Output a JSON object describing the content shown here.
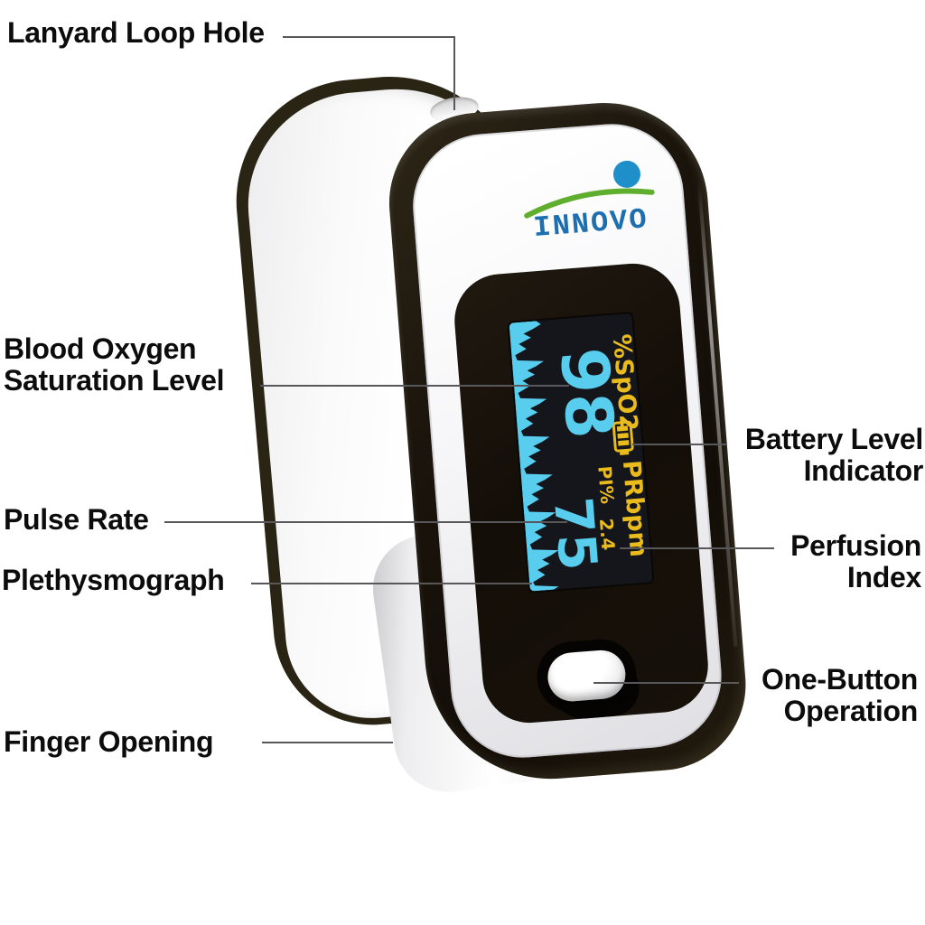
{
  "page": {
    "background": "#ffffff"
  },
  "device": {
    "brand": "INNOVO",
    "display": {
      "spo2_label": "%SpO2",
      "spo2_value": "98",
      "pr_label": "PRbpm",
      "pr_value": "75",
      "pi_label": "PI%",
      "pi_value": "2.4",
      "battery_icon": "battery-icon",
      "waveform_icon": "pleth-waveform-icon"
    }
  },
  "callouts": {
    "lanyard": {
      "text": "Lanyard Loop Hole"
    },
    "blood_oxygen": {
      "line1": "Blood Oxygen",
      "line2": "Saturation Level"
    },
    "pulse_rate": {
      "text": "Pulse Rate"
    },
    "plethysmograph": {
      "text": "Plethysmograph"
    },
    "finger_opening": {
      "text": "Finger Opening"
    },
    "battery": {
      "line1": "Battery Level",
      "line2": "Indicator"
    },
    "perfusion": {
      "line1": "Perfusion",
      "line2": "Index"
    },
    "one_button": {
      "line1": "One-Button",
      "line2": "Operation"
    }
  },
  "colors": {
    "label_text": "#0c0c0c",
    "leader_line": "#58585a",
    "brand_blue": "#1d6fb0",
    "logo_dot_blue": "#1e8fc9",
    "logo_green": "#5fae2e",
    "display_cyan": "#59cdee",
    "display_yellow": "#e9bb1c",
    "body_black": "#17110a",
    "body_white": "#f6f6f8"
  }
}
